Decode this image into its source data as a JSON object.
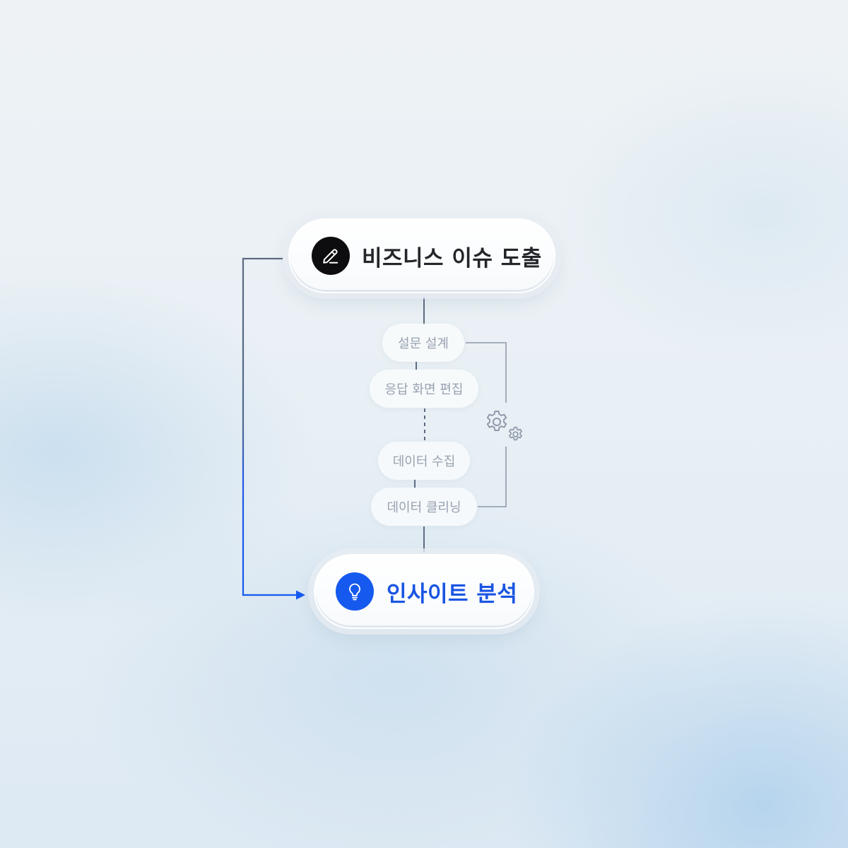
{
  "start_node": {
    "label": "비즈니스 이슈 도출",
    "icon": "pencil-icon"
  },
  "steps": [
    {
      "label": "설문 설계"
    },
    {
      "label": "응답 화면 편집"
    },
    {
      "label": "데이터 수집"
    },
    {
      "label": "데이터 클리닝"
    }
  ],
  "end_node": {
    "label": "인사이트 분석",
    "icon": "lightbulb-icon"
  },
  "group_icon": "gears-icon",
  "colors": {
    "accent": "#1559ef",
    "dark": "#0d0d0f",
    "line": "#5d6a80",
    "muted": "#97a2b1"
  }
}
